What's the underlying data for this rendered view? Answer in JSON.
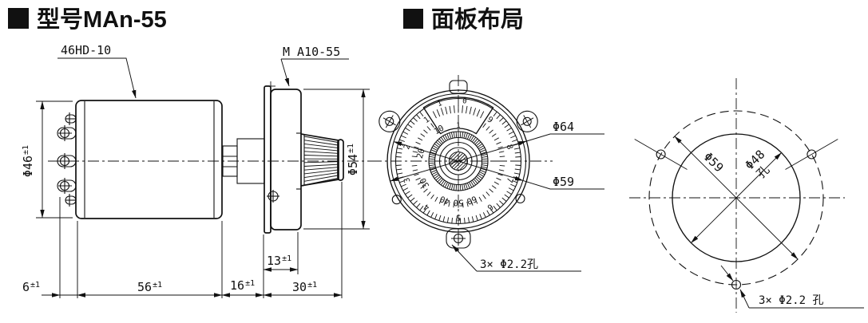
{
  "titles": {
    "left": "型号MAn-55",
    "right": "面板布局",
    "bullet_icon": "black-square"
  },
  "side_view": {
    "labels": {
      "body": "46HD-10",
      "dial_unit": "M A10-55"
    },
    "dims": {
      "dia46": {
        "value": "Φ46",
        "tol": "±1"
      },
      "dia54": {
        "value": "Φ54",
        "tol": "±1"
      },
      "d6": {
        "value": "6",
        "tol": "±1"
      },
      "d56": {
        "value": "56",
        "tol": "±1"
      },
      "d16": {
        "value": "16",
        "tol": "±1"
      },
      "d30": {
        "value": "30",
        "tol": "±1"
      },
      "d13": {
        "value": "13",
        "tol": "±1"
      }
    }
  },
  "panel_view": {
    "dims": {
      "dia64": "Φ64",
      "dia59": "Φ59"
    },
    "holes_note": "3× Φ2.2孔",
    "dial": {
      "window_labels": [
        "1",
        "0",
        "1"
      ],
      "outer_scale": [
        "1",
        "2",
        "3",
        "4",
        "5",
        "6",
        "7",
        "8",
        "9"
      ],
      "inner_scale": [
        "10",
        "20",
        "30",
        "40",
        "50",
        "60"
      ]
    }
  },
  "hole_layout": {
    "dims": {
      "dia59": "Φ59",
      "dia48": "Φ48",
      "dia48_suffix": "孔"
    },
    "holes_note": "3× Φ2.2 孔"
  },
  "colors": {
    "line": "#111111",
    "background": "#ffffff"
  }
}
